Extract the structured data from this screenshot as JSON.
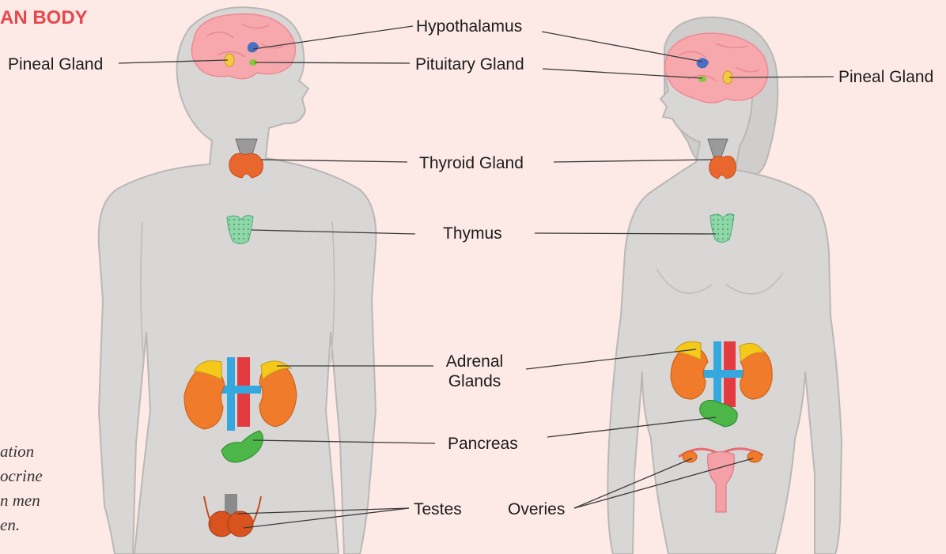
{
  "title": "AN BODY",
  "caption": [
    "ation",
    "ocrine",
    "n men",
    "en."
  ],
  "labels": {
    "hypothalamus": "Hypothalamus",
    "pineal_left": "Pineal Gland",
    "pituitary": "Pituitary Gland",
    "pineal_right": "Pineal Gland",
    "thyroid": "Thyroid Gland",
    "thymus": "Thymus",
    "adrenal_line1": "Adrenal",
    "adrenal_line2": "Glands",
    "pancreas": "Pancreas",
    "testes": "Testes",
    "overies": "Overies"
  },
  "colors": {
    "background": "#fdeae6",
    "body": "#d8d7d6",
    "body_outline": "#b9b8b7",
    "brain": "#f6a8ad",
    "pineal": "#f2c940",
    "pituitary": "#8cc63f",
    "hypothalamus": "#4a6fc0",
    "thyroid": "#e9662c",
    "thymus": "#8fd6a8",
    "kidney": "#f07b2a",
    "adrenal": "#f4c91a",
    "artery": "#e33b3f",
    "vein": "#35a8e0",
    "pancreas": "#4cb648",
    "testes": "#d9531f",
    "uterus": "#f4a0a6",
    "title": "#e8474c"
  }
}
